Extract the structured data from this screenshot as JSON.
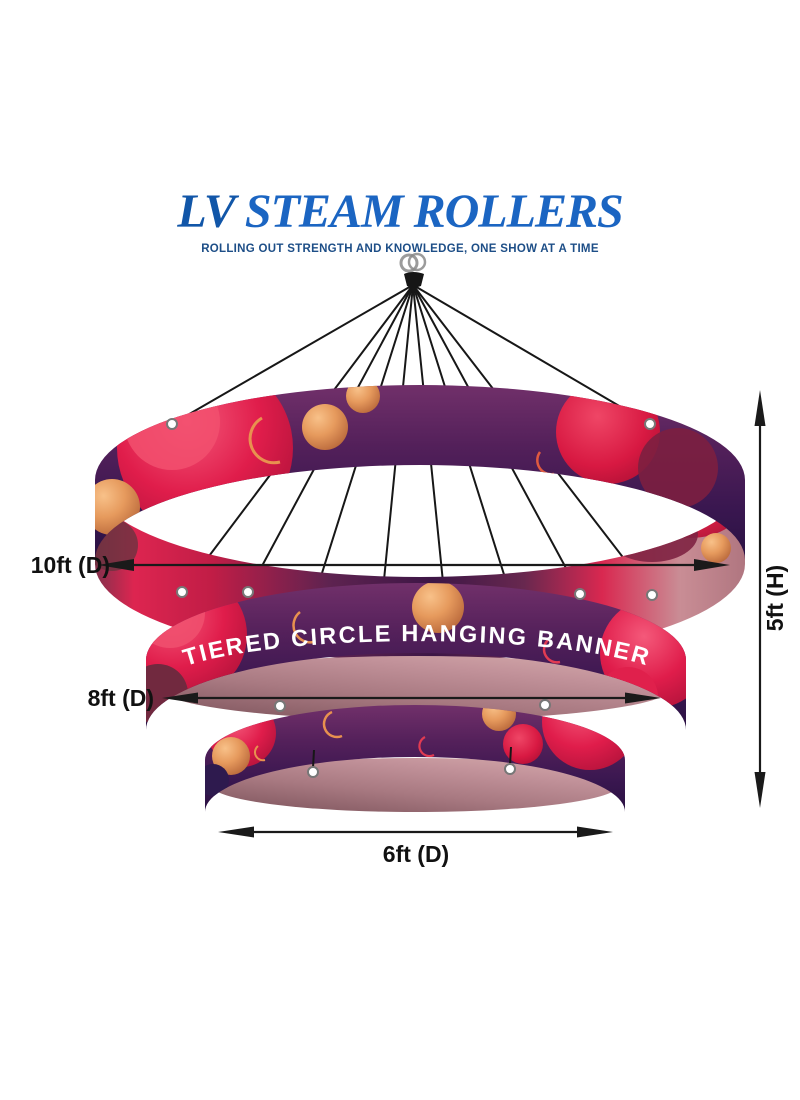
{
  "brand": {
    "name_lv": "LV",
    "name_rest": "STEAM ROLLERS",
    "tagline": "ROLLING OUT STRENGTH AND KNOWLEDGE, ONE SHOW AT A TIME"
  },
  "product": {
    "banner_text": "TIERED CIRCLE HANGING BANNER"
  },
  "dimensions": {
    "top_diameter": "10ft (D)",
    "middle_diameter": "8ft (D)",
    "bottom_diameter": "6ft (D)",
    "height": "5ft (H)"
  },
  "colors": {
    "logo_blue": "#1b65c2",
    "logo_blue_dark": "#1156a8",
    "tagline_blue": "#1d4e87",
    "banner_purple": "#4e1e52",
    "banner_crimson": "#e0204c",
    "banner_orange": "#e69a5d",
    "banner_mauve": "#b5838a",
    "dimension_ink": "#1a1a1a"
  }
}
